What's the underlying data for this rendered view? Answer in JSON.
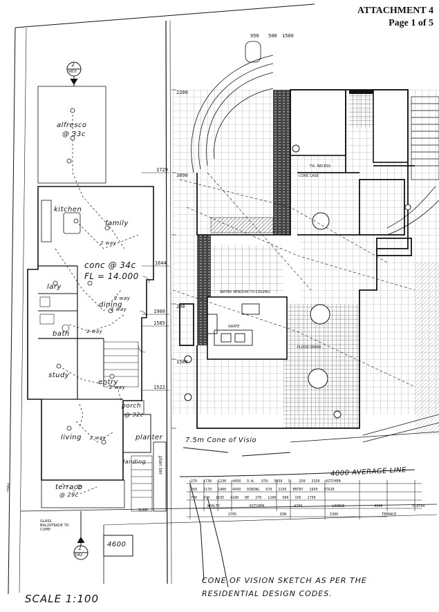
{
  "header": {
    "attachment": "ATTACHMENT 4",
    "page": "Page 1 of 5"
  },
  "left_plan": {
    "section_top_ref": "2",
    "section_top_sheet": "WD3",
    "section_bottom_ref": "2",
    "section_bottom_sheet": "DA2",
    "rooms": [
      {
        "id": "alfresco",
        "name": "alfresco",
        "level": "@ 33c"
      },
      {
        "id": "kitchen",
        "name": "kitchen",
        "level": ""
      },
      {
        "id": "family",
        "name": "family",
        "level": ""
      },
      {
        "id": "lary",
        "name": "lary",
        "level": ""
      },
      {
        "id": "dining",
        "name": "dining",
        "level": ""
      },
      {
        "id": "bath",
        "name": "bath",
        "level": ""
      },
      {
        "id": "study",
        "name": "study",
        "level": ""
      },
      {
        "id": "entry",
        "name": "entry",
        "level": ""
      },
      {
        "id": "porch",
        "name": "porch",
        "level": "@ 32c"
      },
      {
        "id": "living",
        "name": "living",
        "level": ""
      },
      {
        "id": "planter",
        "name": "planter",
        "level": ""
      },
      {
        "id": "landing",
        "name": "landing",
        "level": ""
      },
      {
        "id": "terrace",
        "name": "terrace",
        "level": "@ 29c"
      }
    ],
    "slab_note": "conc @ 34c",
    "fl_note": "FL = 14.000",
    "dims": [
      "1729",
      "1644",
      "1900",
      "1585",
      "1522"
    ],
    "two_way": "2 way",
    "glass_note": "GLASS BALUSTRADE TO COMP.",
    "hall_label": "HALL",
    "sump": "SUMP",
    "plan_planter": "plan ter"
  },
  "right_plan": {
    "handwritten_cone": "7.5m Cone of Visio",
    "average_line": "4000 AVERAGE LINE",
    "box_value": "4600",
    "labels": [
      "T.K. RECESS",
      "CORE CASE",
      "WATER WINDOW TO CEILING",
      "GRATE",
      "FLOOR DRAIN"
    ],
    "dim_row_a": [
      "270",
      "1730",
      "1230",
      "4450 D.W.",
      "670",
      "3050 D.",
      "250",
      "3150 KITCHEN"
    ],
    "dim_row_b": [
      "250",
      "2170",
      "1400",
      "4450 DINING",
      "670",
      "2150 ENTRY",
      "2950 STAIR"
    ],
    "dim_row_c": [
      "790",
      "870",
      "1635",
      "4100 RE",
      "270",
      "1200",
      "500",
      "150",
      "1750"
    ],
    "dim_row_d": [
      "WEALTY KITCHEN",
      "4700 LOUNGE",
      "4240 PLAYER"
    ],
    "dim_row_e": [
      "2705 DIN",
      "5300 TERRACE"
    ],
    "top_dims": [
      "950",
      "500",
      "1500"
    ],
    "side_dims": [
      "2200",
      "3890",
      "200",
      "1500"
    ]
  },
  "notes": {
    "scale": "SCALE 1:100",
    "cone_note_line1": "CONE OF VISION SKETCH AS PER THE",
    "cone_note_line2": "RESIDENTIAL DESIGN CODES."
  }
}
